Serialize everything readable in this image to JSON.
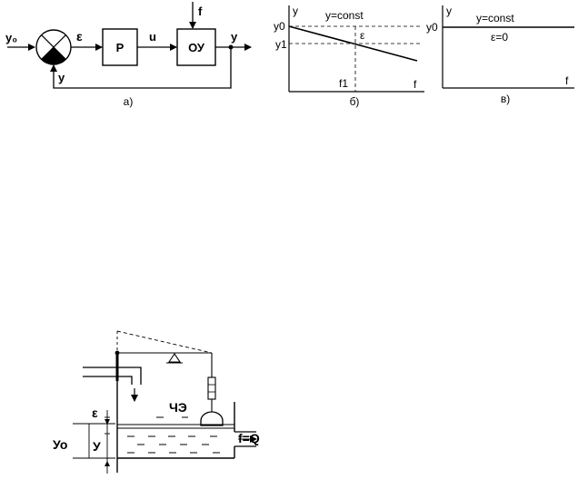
{
  "block_diagram": {
    "input_label": "у₀",
    "error_label": "ε",
    "regulator_label": "Р",
    "control_label": "u",
    "plant_label": "ОУ",
    "disturbance_label": "f",
    "output_label": "у",
    "feedback_label": "у",
    "caption": "а)"
  },
  "graph_b": {
    "y_axis_label": "у",
    "x_axis_label": "f",
    "const_label": "у=const",
    "y0_label": "у0",
    "y1_label": "у1",
    "eps_label": "ε",
    "f1_label": "f1",
    "caption": "б)"
  },
  "graph_v": {
    "y_axis_label": "у",
    "x_axis_label": "f",
    "const_label": "у=const",
    "eps_zero_label": "ε=0",
    "y0_label": "у0",
    "caption": "в)"
  },
  "tank_schematic": {
    "sensor_label": "ЧЭ",
    "outflow_label": "f=Q",
    "eps_label": "ε",
    "y0_label": "Уо",
    "y_label": "У"
  }
}
